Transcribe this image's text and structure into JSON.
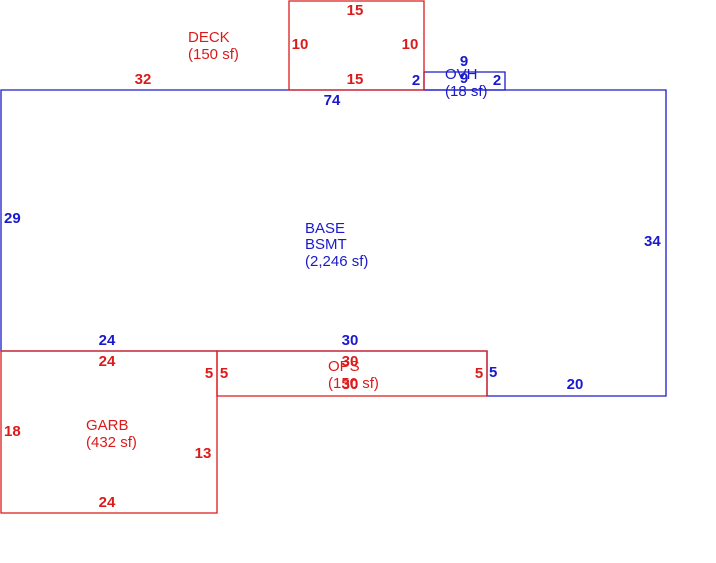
{
  "colors": {
    "living": "#1a1acc",
    "other": "#dd1a1a",
    "background": "#ffffff"
  },
  "areas": {
    "base": {
      "line1": "BASE",
      "line2": "BSMT",
      "line3": "(2,246 sf)"
    },
    "deck": {
      "line1": "DECK",
      "line2": "(150 sf)"
    },
    "ovh": {
      "line1": "OVH",
      "line2": "(18 sf)"
    },
    "garb": {
      "line1": "GARB",
      "line2": "(432 sf)"
    },
    "ops": {
      "line1": "OPS",
      "line2": "(150 sf)"
    }
  },
  "dimensions": {
    "base_top": "74",
    "base_left": "29",
    "base_right": "34",
    "base_bottom_left": "24",
    "base_bottom_mid": "30",
    "base_bottom_right": "20",
    "base_step": "5",
    "deck_top": "15",
    "deck_left": "10",
    "deck_right": "10",
    "deck_bottom": "15",
    "deck_offset": "32",
    "ovh_top": "9",
    "ovh_bottom": "9",
    "ovh_left": "2",
    "ovh_right": "2",
    "garb_top": "24",
    "garb_bottom": "24",
    "garb_left": "18",
    "garb_right_upper": "5",
    "garb_right_lower": "13",
    "ops_top": "30",
    "ops_bottom": "30",
    "ops_left": "5",
    "ops_right": "5"
  }
}
